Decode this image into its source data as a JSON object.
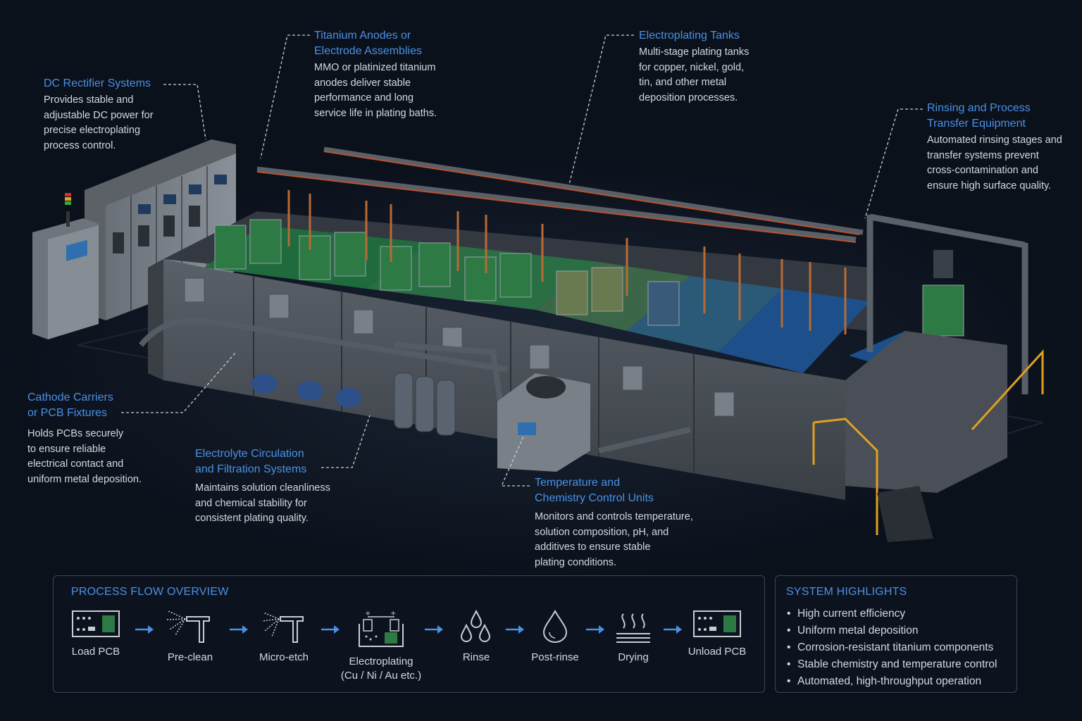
{
  "callouts": {
    "rectifier": {
      "title": "DC Rectifier Systems",
      "desc": "Provides stable and\nadjustable DC power for\nprecise electroplating\nprocess control."
    },
    "anodes": {
      "title": "Titanium Anodes or\nElectrode Assemblies",
      "desc": "MMO or platinized titanium\nanodes deliver stable\nperformance and long\nservice life in plating baths."
    },
    "tanks": {
      "title": "Electroplating Tanks",
      "desc": "Multi-stage plating tanks\nfor copper, nickel, gold,\ntin, and other metal\ndeposition processes."
    },
    "rinsing": {
      "title": "Rinsing and Process\nTransfer Equipment",
      "desc": "Automated rinsing stages and\ntransfer systems prevent\ncross-contamination and\nensure high surface quality."
    },
    "cathode": {
      "title": "Cathode Carriers\nor PCB Fixtures",
      "desc": "Holds PCBs securely\nto ensure reliable\nelectrical contact and\nuniform metal deposition."
    },
    "circulation": {
      "title": "Electrolyte Circulation\nand Filtration Systems",
      "desc": "Maintains solution cleanliness\nand chemical stability for\nconsistent plating quality."
    },
    "temperature": {
      "title": "Temperature and\nChemistry Control Units",
      "desc": "Monitors and controls temperature,\nsolution composition, pH, and\nadditives to ensure stable\nplating conditions."
    }
  },
  "process_flow": {
    "title": "PROCESS FLOW OVERVIEW",
    "steps": [
      {
        "label": "Load PCB",
        "icon": "pcb-board-icon"
      },
      {
        "label": "Pre-clean",
        "icon": "spray-nozzle-icon"
      },
      {
        "label": "Micro-etch",
        "icon": "spray-nozzle-icon"
      },
      {
        "label": "Electroplating\n(Cu / Ni / Au etc.)",
        "icon": "plating-tank-icon"
      },
      {
        "label": "Rinse",
        "icon": "water-drops-icon"
      },
      {
        "label": "Post-rinse",
        "icon": "water-drop-icon"
      },
      {
        "label": "Drying",
        "icon": "heat-waves-icon"
      },
      {
        "label": "Unload PCB",
        "icon": "pcb-board-icon"
      }
    ]
  },
  "highlights": {
    "title": "SYSTEM HIGHLIGHTS",
    "items": [
      "High current efficiency",
      "Uniform metal deposition",
      "Corrosion-resistant titanium components",
      "Stable chemistry and temperature control",
      "Automated, high-throughput operation"
    ]
  },
  "colors": {
    "accent": "#4a90e6",
    "background": "#0b111b",
    "tank_gray": "#4a4f57",
    "solution_green": "#1f6b3e",
    "solution_blue": "#1d4f8a",
    "copper": "#c0703a",
    "railing_yellow": "#e0a020"
  }
}
